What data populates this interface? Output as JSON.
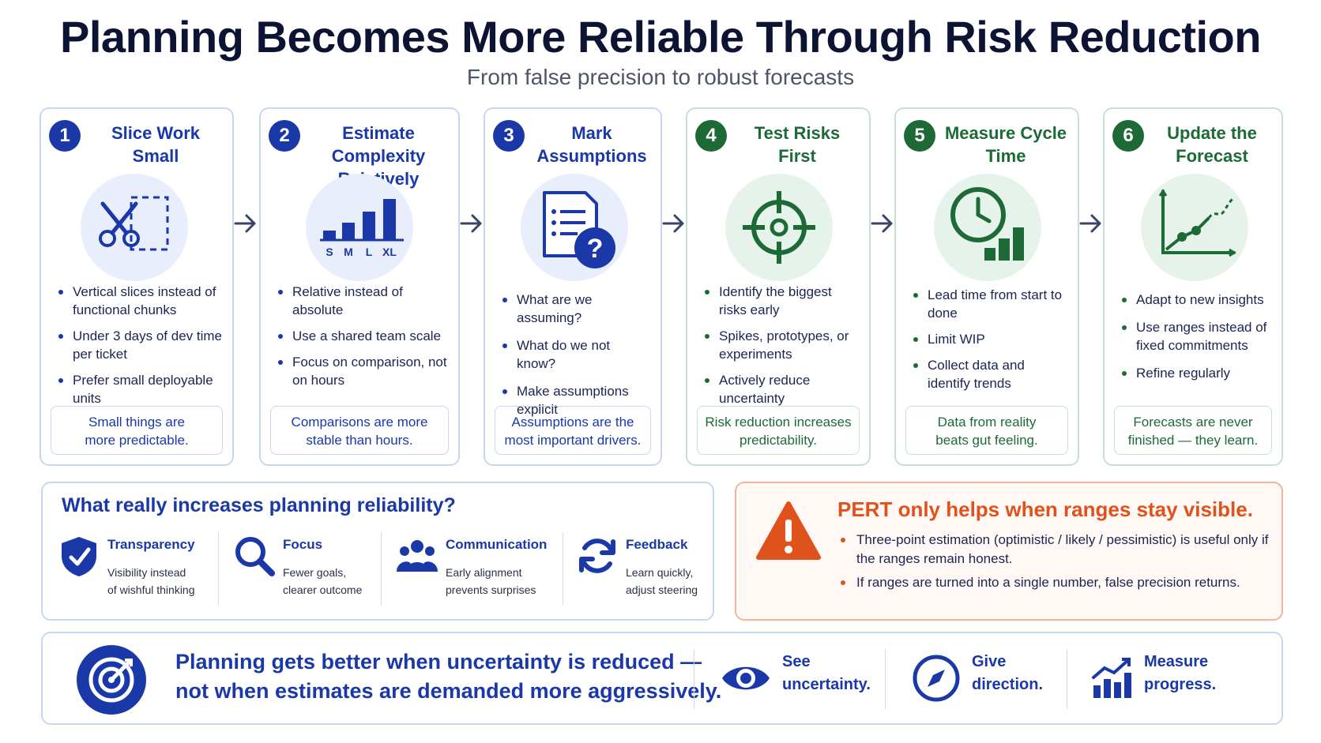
{
  "header": {
    "title": "Planning Becomes More Reliable Through Risk Reduction",
    "subtitle": "From false precision to robust forecasts"
  },
  "colors": {
    "blue": "#1a38a8",
    "green": "#1d6a37",
    "orange": "#e0521c"
  },
  "steps": [
    {
      "number": "1",
      "title_line1": "Slice Work",
      "title_line2": "Small",
      "icon": "scissors-icon",
      "bullets": [
        "Vertical slices instead of functional chunks",
        "Under 3 days of dev time per ticket",
        "Prefer small deployable units"
      ],
      "tag_line1": "Small things are",
      "tag_line2": "more predictable."
    },
    {
      "number": "2",
      "title_line1": "Estimate Complexity",
      "title_line2": "Relatively",
      "icon": "bar-chart-sizes-icon",
      "sizes": [
        "S",
        "M",
        "L",
        "XL"
      ],
      "bullets": [
        "Relative instead of absolute",
        "Use a shared team scale",
        "Focus on comparison, not on hours"
      ],
      "tag_line1": "Comparisons are more",
      "tag_line2": "stable than hours."
    },
    {
      "number": "3",
      "title_line1": "Mark",
      "title_line2": "Assumptions",
      "icon": "document-question-icon",
      "bullets": [
        "What are we assuming?",
        "What do we not know?",
        "Make assumptions explicit"
      ],
      "tag_line1": "Assumptions are the",
      "tag_line2": "most important drivers."
    },
    {
      "number": "4",
      "title_line1": "Test Risks",
      "title_line2": "First",
      "icon": "target-crosshair-icon",
      "bullets": [
        "Identify the biggest risks early",
        "Spikes, prototypes, or experiments",
        "Actively reduce uncertainty"
      ],
      "tag_line1": "Risk reduction increases",
      "tag_line2": "predictability."
    },
    {
      "number": "5",
      "title_line1": "Measure Cycle",
      "title_line2": "Time",
      "icon": "clock-bars-icon",
      "bullets": [
        "Lead time from start to done",
        "Limit WIP",
        "Collect data and identify trends"
      ],
      "tag_line1": "Data from reality",
      "tag_line2": "beats gut feeling."
    },
    {
      "number": "6",
      "title_line1": "Update the",
      "title_line2": "Forecast",
      "icon": "trend-line-icon",
      "bullets": [
        "Adapt to new insights",
        "Use ranges instead of fixed commitments",
        "Refine regularly"
      ],
      "tag_line1": "Forecasts are never",
      "tag_line2": "finished — they learn."
    }
  ],
  "reliability": {
    "title": "What really increases planning reliability?",
    "factors": [
      {
        "title": "Transparency",
        "desc_line1": "Visibility instead",
        "desc_line2": "of wishful thinking",
        "icon": "shield-icon"
      },
      {
        "title": "Focus",
        "desc_line1": "Fewer goals,",
        "desc_line2": "clearer outcome",
        "icon": "magnifier-icon"
      },
      {
        "title": "Communication",
        "desc_line1": "Early alignment",
        "desc_line2": "prevents surprises",
        "icon": "people-icon"
      },
      {
        "title": "Feedback",
        "desc_line1": "Learn quickly,",
        "desc_line2": "adjust steering",
        "icon": "refresh-icon"
      }
    ]
  },
  "pert": {
    "title": "PERT only helps when ranges stay visible.",
    "bullets": [
      "Three-point estimation (optimistic / likely / pessimistic) is useful only if the ranges remain honest.",
      "If ranges are turned into a single number, false precision returns."
    ]
  },
  "banner": {
    "line1": "Planning gets better when uncertainty is reduced —",
    "line2": "not when estimates are demanded more aggressively.",
    "items": [
      {
        "line1": "See",
        "line2": "uncertainty.",
        "icon": "eye-icon"
      },
      {
        "line1": "Give",
        "line2": "direction.",
        "icon": "compass-icon"
      },
      {
        "line1": "Measure",
        "line2": "progress.",
        "icon": "growth-chart-icon"
      }
    ]
  }
}
